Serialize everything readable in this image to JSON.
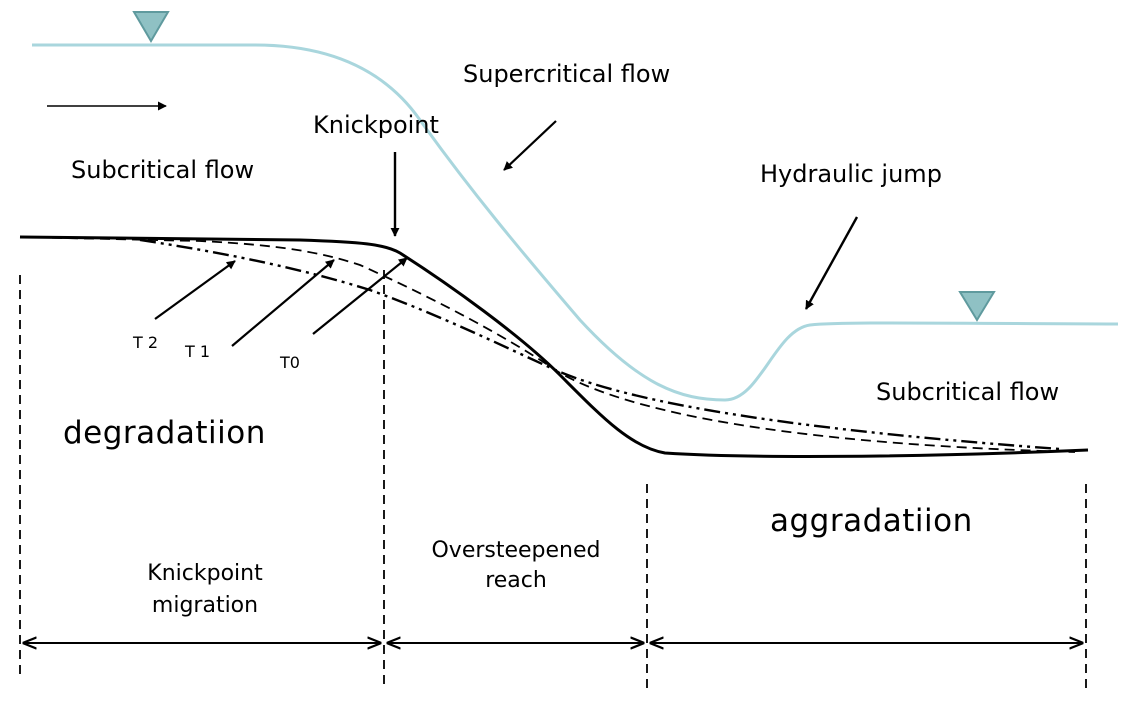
{
  "colors": {
    "water_surface": "#a9d6dd",
    "water_marker_fill": "#8fc1c4",
    "water_marker_stroke": "#5f9a9e",
    "ink": "#000000"
  },
  "labels": {
    "supercritical_flow": "Supercritical flow",
    "knickpoint": "Knickpoint",
    "subcritical_flow_upstream": "Subcritical flow",
    "hydraulic_jump": "Hydraulic jump",
    "subcritical_flow_downstream": "Subcritical flow",
    "t2": "T 2",
    "t1": "T 1",
    "t0": "T0",
    "degradation": "degradatiion",
    "aggradation": "aggradatiion",
    "knickpoint_migration_line1": "Knickpoint",
    "knickpoint_migration_line2": "migration",
    "oversteepened_line1": "Oversteepened",
    "oversteepened_line2": "reach"
  },
  "icons": {
    "flow_direction": "arrow-right-icon",
    "water_level": "inverted-triangle-icon"
  }
}
